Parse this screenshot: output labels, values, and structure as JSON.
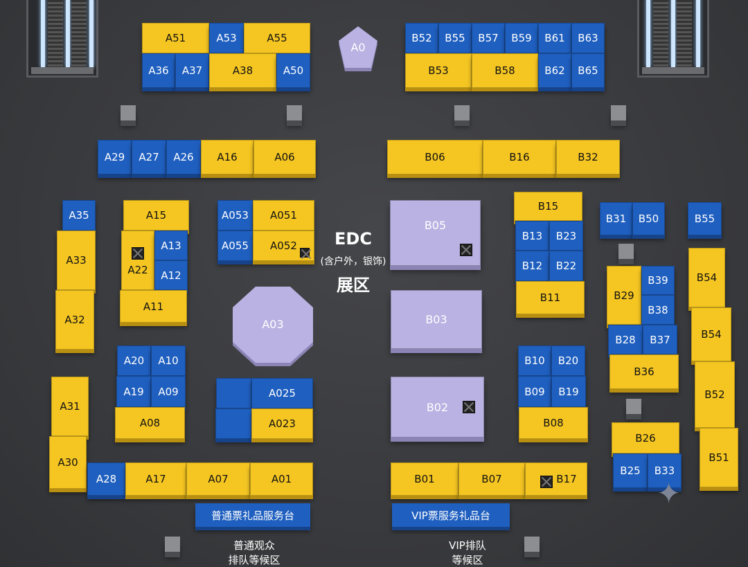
{
  "edc_label": {
    "title": "EDC",
    "note": "(含户外，银饰)",
    "zone": "展区"
  },
  "service_desks": {
    "general": "普通票礼品服务台",
    "vip": "VIP票服务礼品台"
  },
  "queue_areas": {
    "general_line1": "普通观众",
    "general_line2": "排队等候区",
    "vip_line1": "VIP排队",
    "vip_line2": "等候区"
  },
  "booths": {
    "A51": "A51",
    "A53": "A53",
    "A55": "A55",
    "A36": "A36",
    "A37": "A37",
    "A38": "A38",
    "A50": "A50",
    "A0": "A0",
    "B52": "B52",
    "B55": "B55",
    "B57": "B57",
    "B59": "B59",
    "B61": "B61",
    "B63": "B63",
    "B53": "B53",
    "B58": "B58",
    "B62": "B62",
    "B65": "B65",
    "A29": "A29",
    "A27": "A27",
    "A26": "A26",
    "A16": "A16",
    "A06": "A06",
    "B06": "B06",
    "B16": "B16",
    "B32": "B32",
    "A35": "A35",
    "A33": "A33",
    "A32": "A32",
    "A15": "A15",
    "A13": "A13",
    "A22": "A22",
    "A12": "A12",
    "A11": "A11",
    "A053": "A053",
    "A051": "A051",
    "A055": "A055",
    "A052": "A052",
    "A03": "A03",
    "B05": "B05",
    "B03": "B03",
    "B02": "B02",
    "B15": "B15",
    "B13": "B13",
    "B23": "B23",
    "B12": "B12",
    "B22": "B22",
    "B11": "B11",
    "B31": "B31",
    "B50": "B50",
    "B55b": "B55",
    "B29": "B29",
    "B39": "B39",
    "B38": "B38",
    "B28": "B28",
    "B37": "B37",
    "B36": "B36",
    "B54a": "B54",
    "B54b": "B54",
    "B52b": "B52",
    "B51": "B51",
    "A20": "A20",
    "A10": "A10",
    "A19": "A19",
    "A09": "A09",
    "A08": "A08",
    "A025": "A025",
    "A023": "A023",
    "B10": "B10",
    "B20": "B20",
    "B09": "B09",
    "B19": "B19",
    "B08": "B08",
    "B26": "B26",
    "B25": "B25",
    "B33": "B33",
    "A31": "A31",
    "A30": "A30",
    "A28": "A28",
    "A17": "A17",
    "A07": "A07",
    "A01": "A01",
    "B01": "B01",
    "B07": "B07",
    "B17": "B17"
  },
  "colors": {
    "blue": "#1f5fbf",
    "yellow": "#f5c622",
    "lavender": "#b9b2e2",
    "floor": "#3b3c3f"
  },
  "icons": [
    "escalator-icon",
    "pillar-icon",
    "x-marker-icon",
    "sparkle-icon"
  ]
}
